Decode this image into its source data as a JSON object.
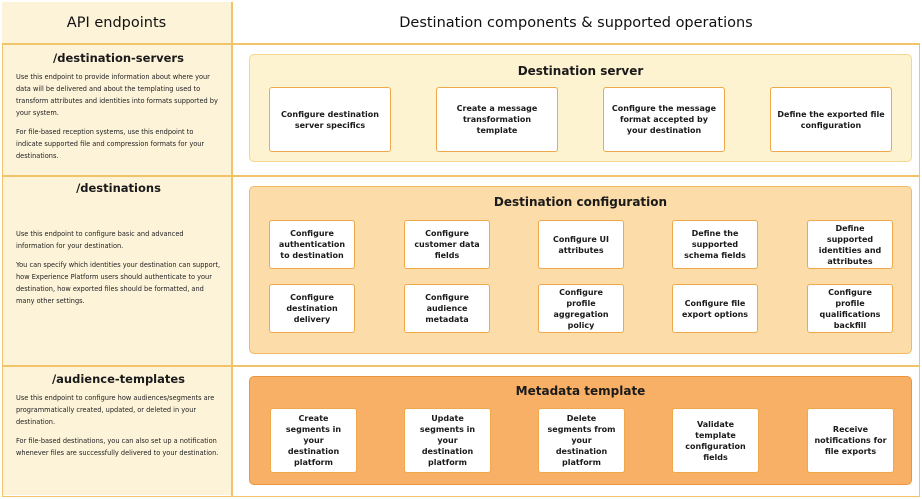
{
  "headers": {
    "left": "API endpoints",
    "right": "Destination components & supported operations"
  },
  "endpoints": [
    {
      "name": "/destination-servers",
      "paragraphs": [
        "Use this endpoint to provide information about where your data will be delivered and about the templating used to transform attributes and identities into formats supported by your system.",
        "For file-based reception systems, use this endpoint to indicate supported file and compression formats for your destinations."
      ]
    },
    {
      "name": "/destinations",
      "paragraphs": [
        "Use this endpoint to configure basic and advanced information for your destination.",
        "You can specify which identities your destination can support, how Experience Platform users should authenticate to your destination, how exported files should be formatted, and many other settings."
      ]
    },
    {
      "name": "/audience-templates",
      "paragraphs": [
        "Use this endpoint to configure how audiences/segments are programmatically created, updated, or deleted in your destination.",
        "For file-based destinations, you can also set up a notification whenever files are successfully delivered to your destination."
      ]
    }
  ],
  "panels": [
    {
      "title": "Destination server",
      "items": [
        "Configure destination server specifics",
        "Create a message transformation template",
        "Configure the message format accepted by your destination",
        "Define the exported file configuration"
      ]
    },
    {
      "title": "Destination configuration",
      "items": [
        "Configure authentication to destination",
        "Configure customer data fields",
        "Configure UI attributes",
        "Define the supported schema fields",
        "Define supported identities and attributes",
        "Configure destination delivery",
        "Configure audience metadata",
        "Configure profile aggregation policy",
        "Configure file export options",
        "Configure profile qualifications backfill"
      ]
    },
    {
      "title": "Metadata template",
      "items": [
        "Create segments in your destination platform",
        "Update segments in your destination platform",
        "Delete segments from your destination platform",
        "Validate template configuration fields",
        "Receive notifications for file exports"
      ]
    }
  ],
  "colors": {
    "border": "#f2c46a",
    "left_fill": "#fdf3d9",
    "panel_server": "#fef3d0",
    "panel_config": "#fcdca8",
    "panel_metadata": "#f8b066",
    "box_border": "#efa94a"
  }
}
